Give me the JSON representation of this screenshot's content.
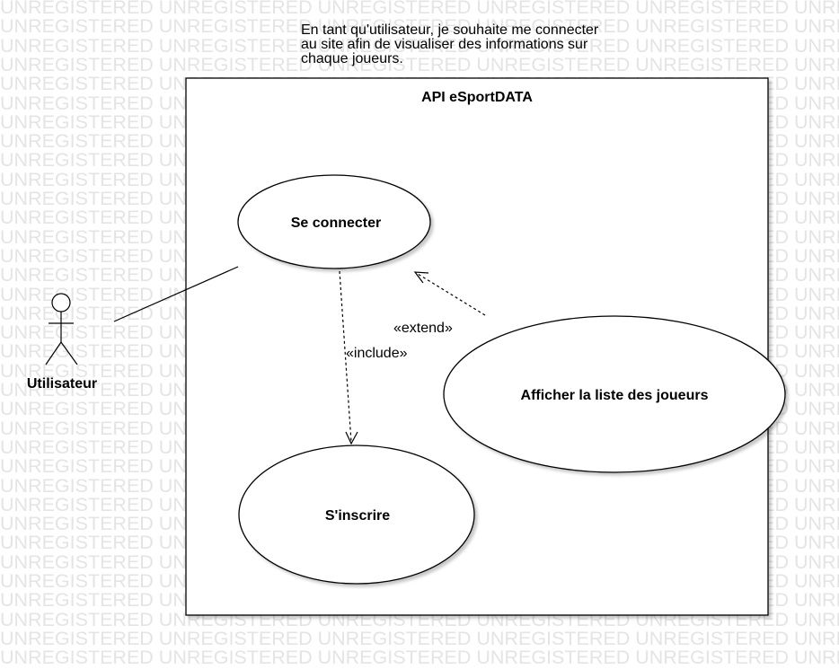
{
  "watermark_text": "UNREGISTERED",
  "user_story": {
    "lines": [
      "En tant qu'utilisateur, je souhaite me connecter",
      "au site afin de visualiser des informations sur",
      "chaque joueurs."
    ]
  },
  "system": {
    "title": "API eSportDATA"
  },
  "actor": {
    "label": "Utilisateur"
  },
  "use_cases": {
    "connect": "Se connecter",
    "list_players": "Afficher la liste des joueurs",
    "register": "S'inscrire"
  },
  "relations": {
    "include": "«include»",
    "extend": "«extend»"
  },
  "colors": {
    "stroke": "#000000",
    "shadow": "#c8c8c8",
    "watermark": "#e4e4e4"
  }
}
